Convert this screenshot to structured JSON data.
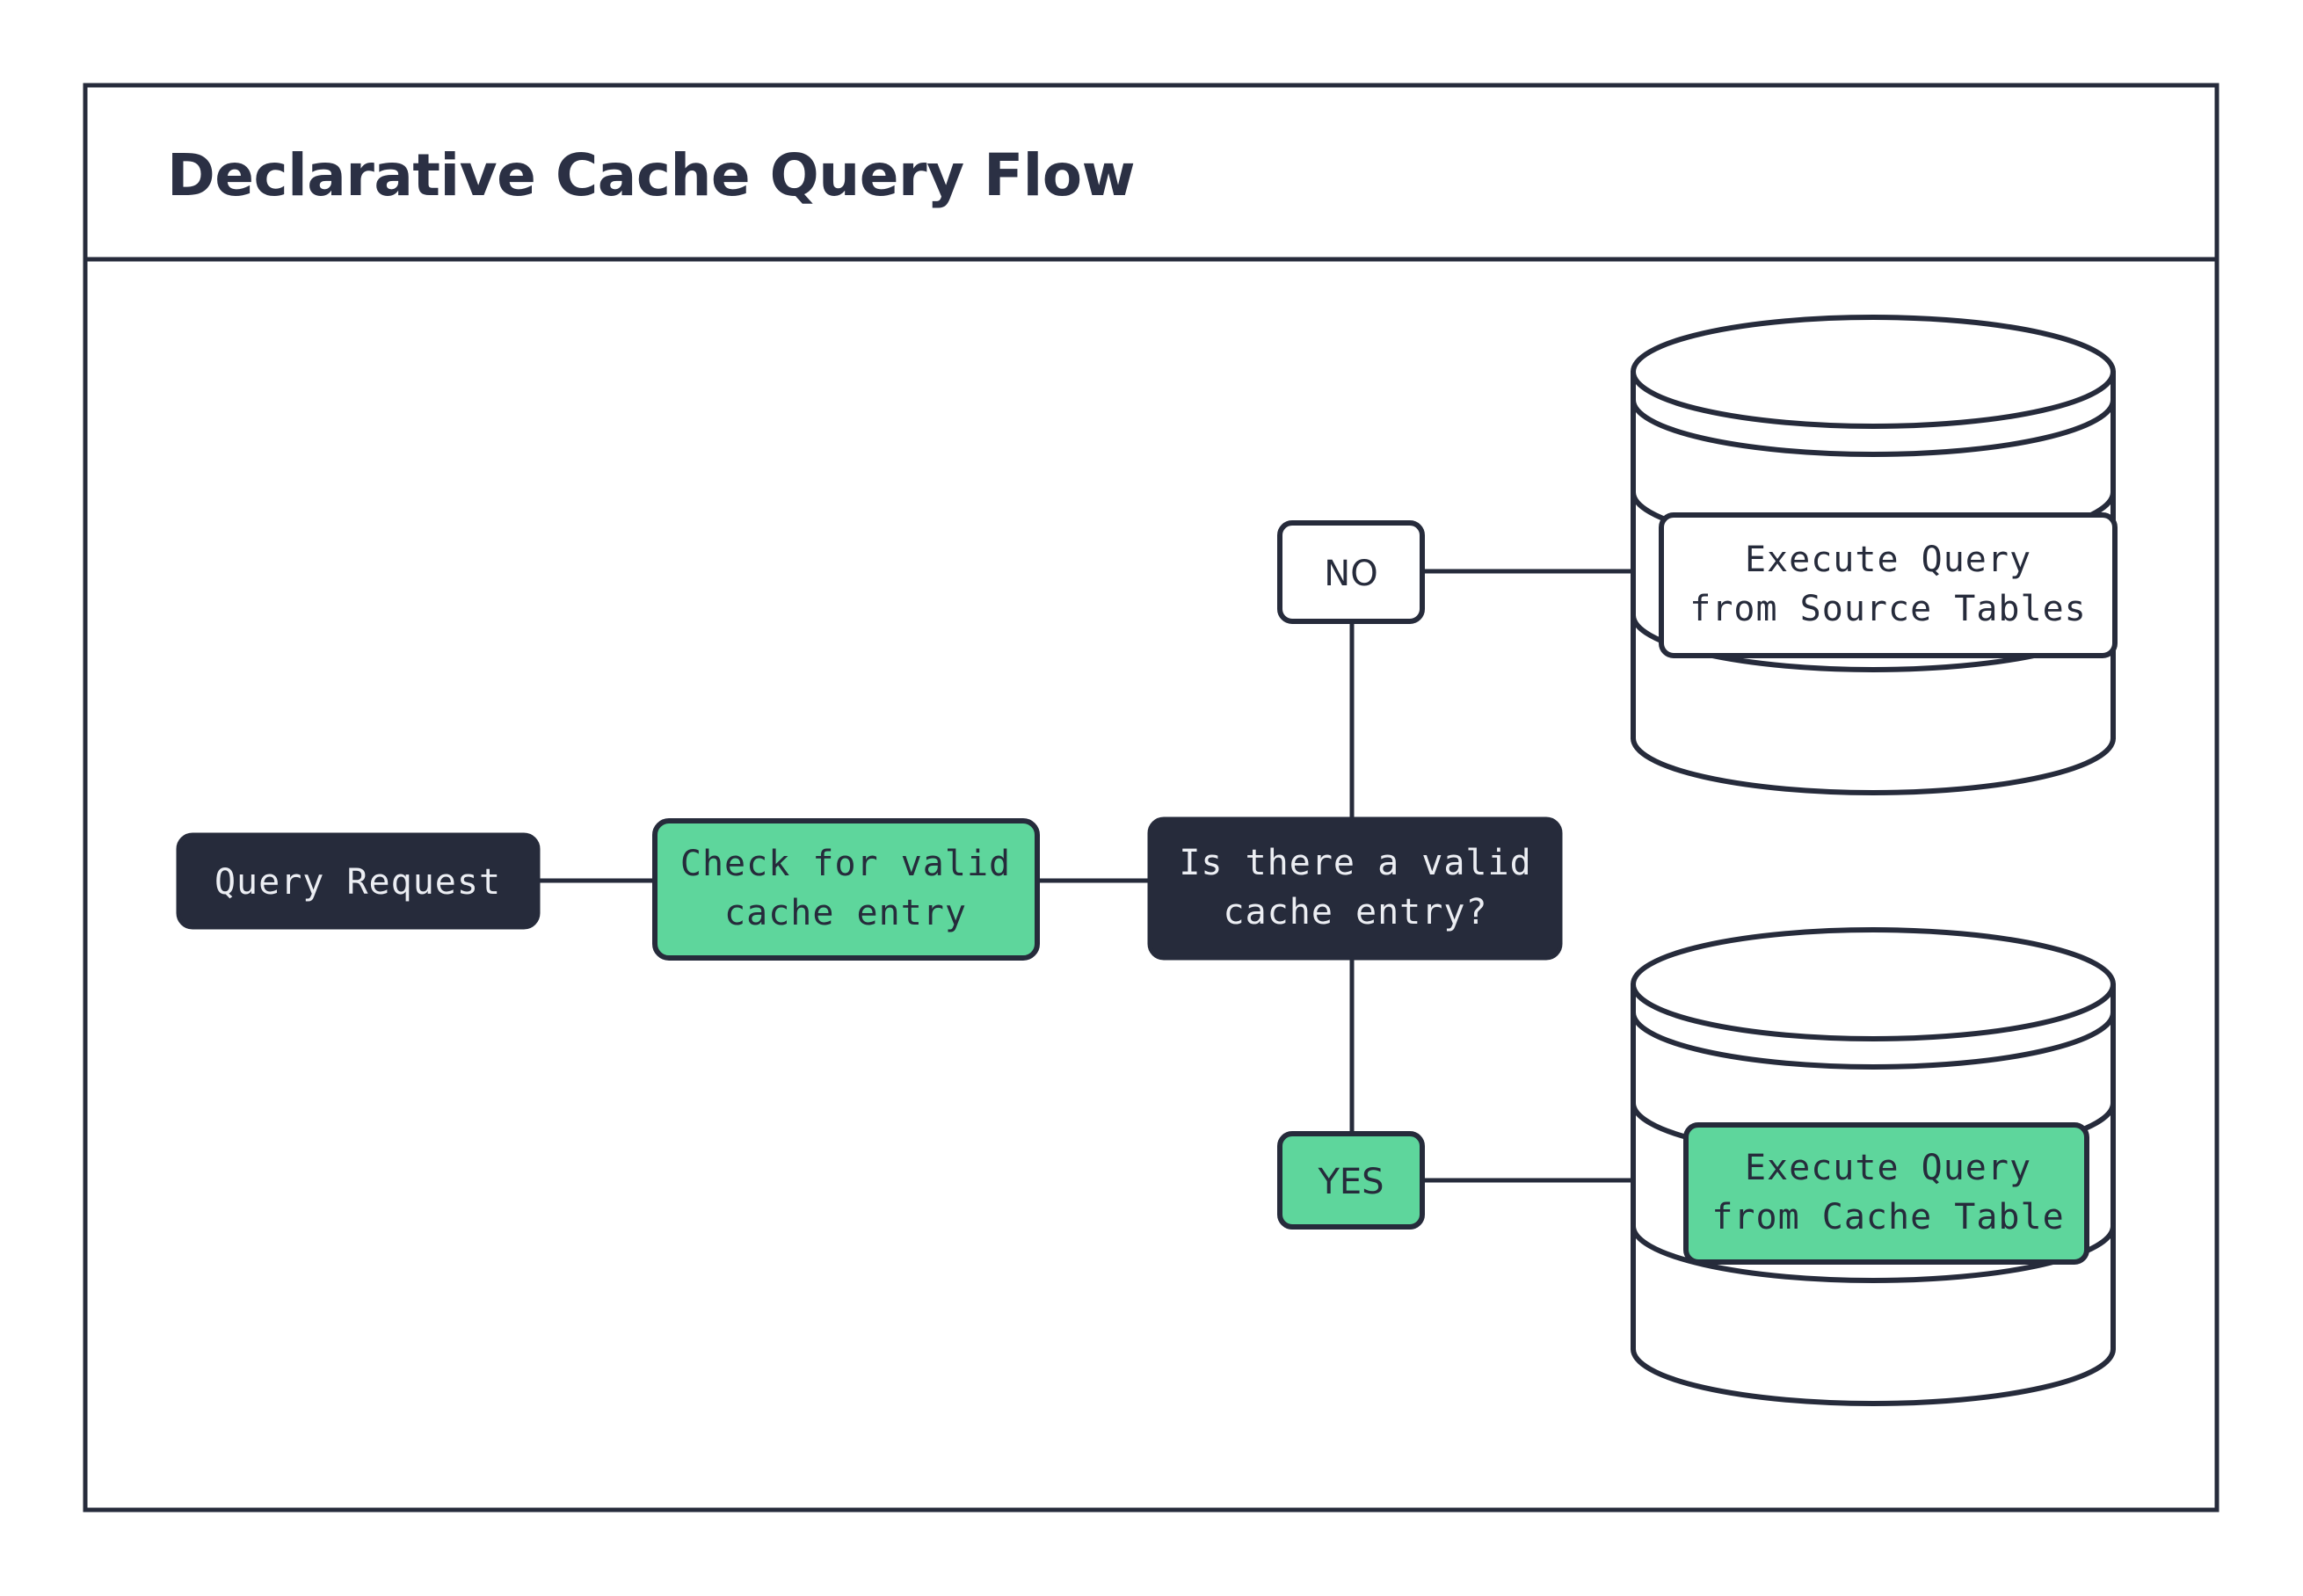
{
  "page": {
    "title": "Declarative Cache Query Flow",
    "background": "#ffffff"
  },
  "colors": {
    "dark": "#262b3b",
    "green": "#5ed69c",
    "white": "#ffffff",
    "text_light": "#eceef3",
    "title": "#2b3044"
  },
  "diagram": {
    "type": "flowchart",
    "nodes": {
      "query_request": {
        "label": "Query Request",
        "style": "dark"
      },
      "check_cache": {
        "label_line1": "Check for valid",
        "label_line2": "cache entry",
        "style": "green"
      },
      "decision": {
        "label_line1": "Is there a valid",
        "label_line2": "cache entry?",
        "style": "dark"
      },
      "branch_no": {
        "label": "NO",
        "style": "white"
      },
      "branch_yes": {
        "label": "YES",
        "style": "green"
      },
      "source_tables": {
        "label_line1": "Execute Query",
        "label_line2": "from Source Tables",
        "style": "white",
        "container": "database-cylinder"
      },
      "cache_table": {
        "label_line1": "Execute Query",
        "label_line2": "from Cache Table",
        "style": "green",
        "container": "database-cylinder"
      }
    },
    "edges": [
      {
        "from": "query_request",
        "to": "check_cache"
      },
      {
        "from": "check_cache",
        "to": "decision"
      },
      {
        "from": "decision",
        "to": "branch_no",
        "label": "NO"
      },
      {
        "from": "decision",
        "to": "branch_yes",
        "label": "YES"
      },
      {
        "from": "branch_no",
        "to": "source_tables"
      },
      {
        "from": "branch_yes",
        "to": "cache_table"
      }
    ]
  }
}
